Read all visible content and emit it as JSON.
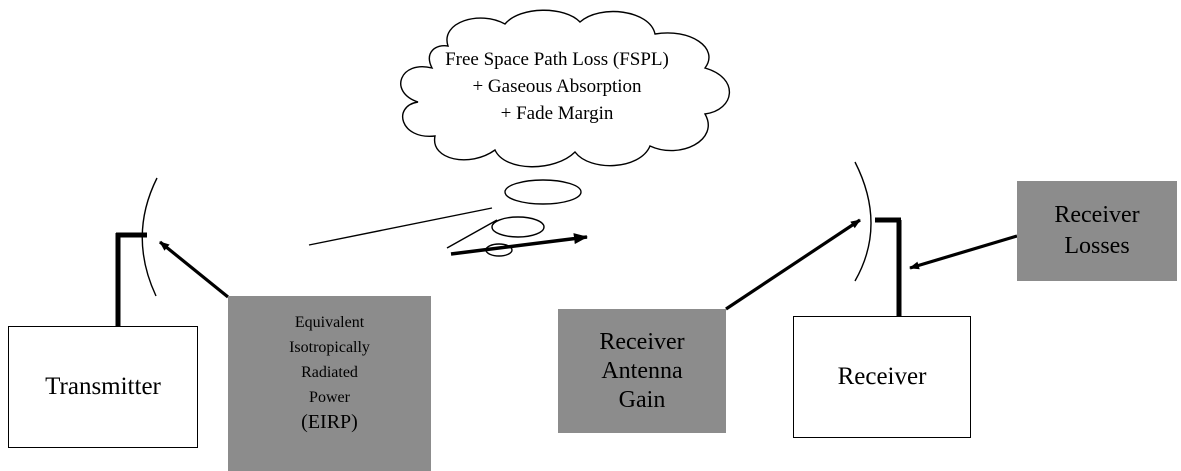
{
  "cloud": {
    "lines": [
      "Free Space Path Loss (FSPL)",
      "+ Gaseous Absorption",
      "+ Fade Margin"
    ]
  },
  "transmitter": {
    "label": "Transmitter"
  },
  "receiver": {
    "label": "Receiver"
  },
  "eirp": {
    "lines": [
      "Equivalent",
      "Isotropically",
      "Radiated",
      "Power",
      "(EIRP)"
    ]
  },
  "receiver_antenna_gain": {
    "lines": [
      "Receiver",
      "Antenna",
      "Gain"
    ]
  },
  "receiver_losses": {
    "lines": [
      "Receiver",
      "Losses"
    ]
  },
  "colors": {
    "gray_box": "#8c8c8c",
    "stroke": "#000000",
    "background": "#ffffff"
  }
}
